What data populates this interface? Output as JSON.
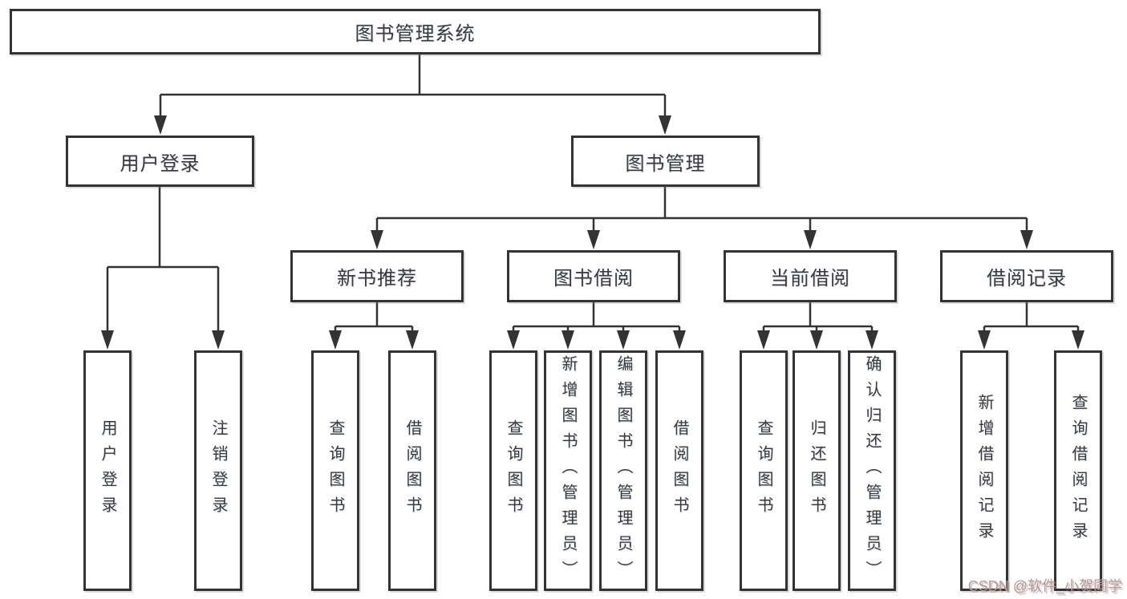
{
  "tree": {
    "root": {
      "label": "图书管理系统"
    },
    "branches": [
      {
        "label": "用户登录",
        "children": [
          {
            "label": "用户登录"
          },
          {
            "label": "注销登录"
          }
        ]
      },
      {
        "label": "图书管理",
        "children": [
          {
            "label": "新书推荐",
            "children": [
              {
                "label": "查询图书"
              },
              {
                "label": "借阅图书"
              }
            ]
          },
          {
            "label": "图书借阅",
            "children": [
              {
                "label": "查询图书"
              },
              {
                "label": "新增图书（管理员）"
              },
              {
                "label": "编辑图书（管理员）"
              },
              {
                "label": "借阅图书"
              }
            ]
          },
          {
            "label": "当前借阅",
            "children": [
              {
                "label": "查询图书"
              },
              {
                "label": "归还图书"
              },
              {
                "label": "确认归还（管理员）"
              }
            ]
          },
          {
            "label": "借阅记录",
            "children": [
              {
                "label": "新增借阅记录"
              },
              {
                "label": "查询借阅记录"
              }
            ]
          }
        ]
      }
    ]
  },
  "watermark": {
    "text": "CSDN @软件_小贺同学"
  },
  "colors": {
    "line": "#333333",
    "text": "#3a3a3a",
    "box_background": "#ffffff",
    "watermark_text": "#a3a3a3",
    "watermark_shadow": "#d96c6c"
  }
}
